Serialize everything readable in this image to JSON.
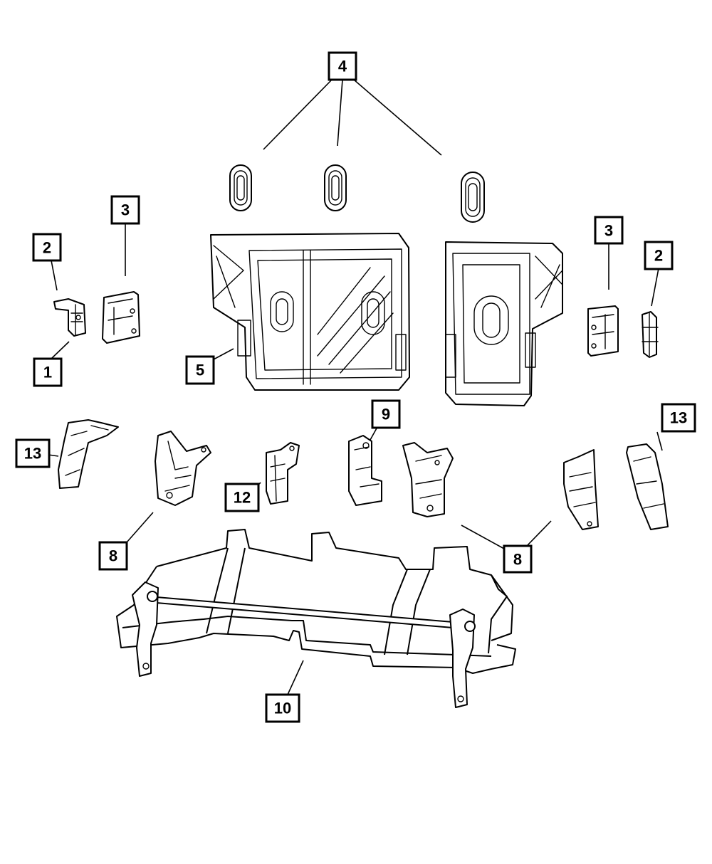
{
  "callouts": {
    "c1": "1",
    "c2_left": "2",
    "c2_right": "2",
    "c3_left": "3",
    "c3_right": "3",
    "c4": "4",
    "c5": "5",
    "c8_left": "8",
    "c8_right": "8",
    "c9": "9",
    "c10": "10",
    "c12": "12",
    "c13_left": "13",
    "c13_right": "13"
  }
}
